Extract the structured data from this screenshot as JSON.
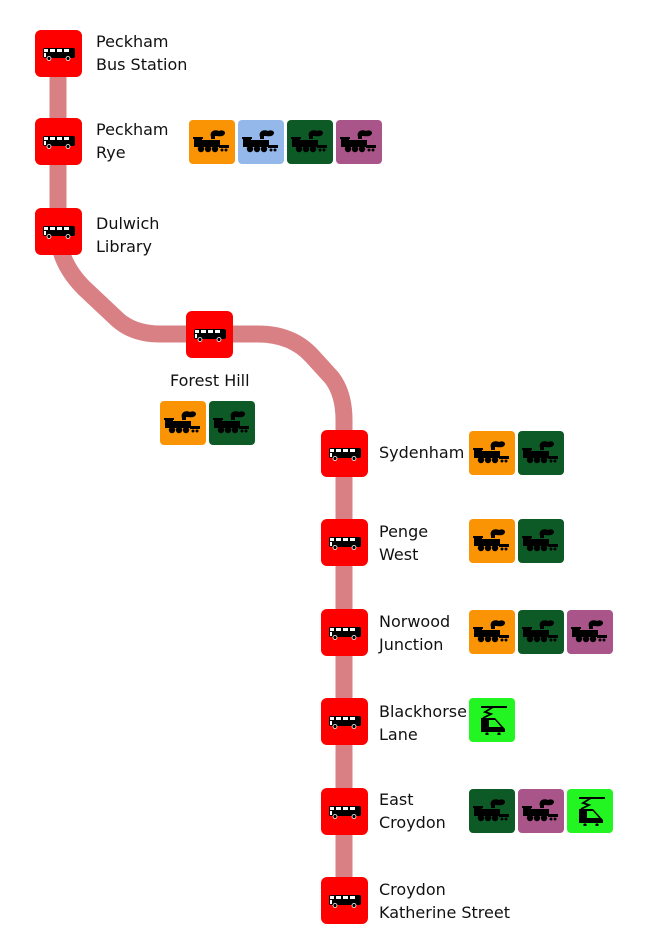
{
  "route": {
    "line_color": "#d98085",
    "stop_color": "#fe0000"
  },
  "service_colors": {
    "rail-orange": "#fa9404",
    "rail-lightblue": "#94b8ea",
    "rail-darkgreen": "#0d5a27",
    "rail-purple": "#a9558a",
    "tram-green": "#22f521"
  },
  "stops": [
    {
      "id": "peckham-bus-station",
      "name_lines": [
        "Peckham",
        "Bus Station"
      ],
      "icon": "bus-icon",
      "services": []
    },
    {
      "id": "peckham-rye",
      "name_lines": [
        "Peckham",
        "Rye"
      ],
      "icon": "bus-icon",
      "services": [
        {
          "type": "train-icon",
          "color_key": "rail-orange"
        },
        {
          "type": "train-icon",
          "color_key": "rail-lightblue"
        },
        {
          "type": "train-icon",
          "color_key": "rail-darkgreen"
        },
        {
          "type": "train-icon",
          "color_key": "rail-purple"
        }
      ]
    },
    {
      "id": "dulwich-library",
      "name_lines": [
        "Dulwich",
        "Library"
      ],
      "icon": "bus-icon",
      "services": []
    },
    {
      "id": "forest-hill",
      "name_lines": [
        "Forest Hill"
      ],
      "icon": "bus-icon",
      "services": [
        {
          "type": "train-icon",
          "color_key": "rail-orange"
        },
        {
          "type": "train-icon",
          "color_key": "rail-darkgreen"
        }
      ]
    },
    {
      "id": "sydenham",
      "name_lines": [
        "Sydenham"
      ],
      "icon": "bus-icon",
      "services": [
        {
          "type": "train-icon",
          "color_key": "rail-orange"
        },
        {
          "type": "train-icon",
          "color_key": "rail-darkgreen"
        }
      ]
    },
    {
      "id": "penge-west",
      "name_lines": [
        "Penge",
        "West"
      ],
      "icon": "bus-icon",
      "services": [
        {
          "type": "train-icon",
          "color_key": "rail-orange"
        },
        {
          "type": "train-icon",
          "color_key": "rail-darkgreen"
        }
      ]
    },
    {
      "id": "norwood-junction",
      "name_lines": [
        "Norwood",
        "Junction"
      ],
      "icon": "bus-icon",
      "services": [
        {
          "type": "train-icon",
          "color_key": "rail-orange"
        },
        {
          "type": "train-icon",
          "color_key": "rail-darkgreen"
        },
        {
          "type": "train-icon",
          "color_key": "rail-purple"
        }
      ]
    },
    {
      "id": "blackhorse-lane",
      "name_lines": [
        "Blackhorse",
        "Lane"
      ],
      "icon": "bus-icon",
      "services": [
        {
          "type": "tram-icon",
          "color_key": "tram-green"
        }
      ]
    },
    {
      "id": "east-croydon",
      "name_lines": [
        "East",
        "Croydon"
      ],
      "icon": "bus-icon",
      "services": [
        {
          "type": "train-icon",
          "color_key": "rail-darkgreen"
        },
        {
          "type": "train-icon",
          "color_key": "rail-purple"
        },
        {
          "type": "tram-icon",
          "color_key": "tram-green"
        }
      ]
    },
    {
      "id": "croydon-katherine-street",
      "name_lines": [
        "Croydon",
        "Katherine Street"
      ],
      "icon": "bus-icon",
      "services": []
    }
  ]
}
